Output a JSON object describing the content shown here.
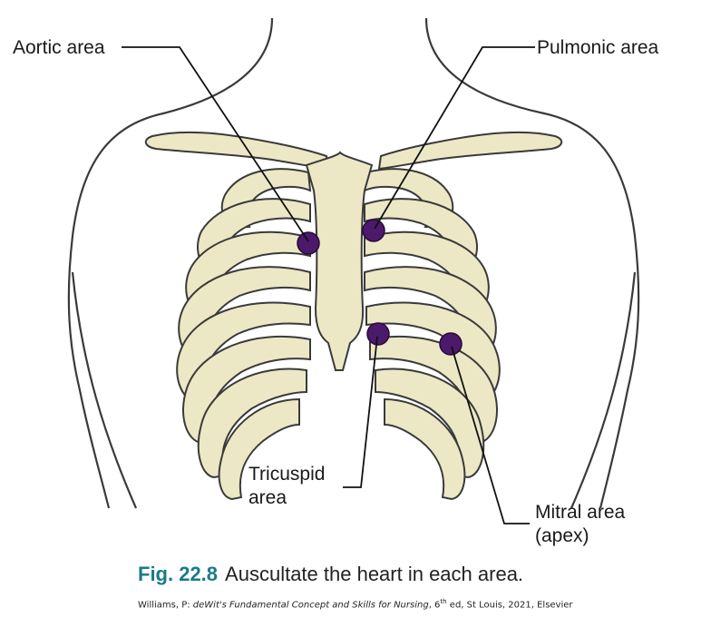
{
  "labels": {
    "aortic": "Aortic area",
    "pulmonic": "Pulmonic area",
    "tricuspid_line1": "Tricuspid",
    "tricuspid_line2": "area",
    "mitral_line1": "Mitral area",
    "mitral_line2": "(apex)"
  },
  "caption": {
    "fig_number": "Fig. 22.8",
    "text": "Auscultate the heart in each area."
  },
  "credit": {
    "author": "Williams, P: ",
    "title": "deWit's Fundamental Concept and Skills for Nursing",
    "edition_prefix": ", 6",
    "edition_sup": "th",
    "rest": " ed, St Louis, 2021, Elsevier"
  },
  "colors": {
    "bone_fill": "#ece8c6",
    "bone_outline": "#3a3a3a",
    "dot": "#4b1a6b",
    "caption_accent": "#1a7a8a"
  }
}
